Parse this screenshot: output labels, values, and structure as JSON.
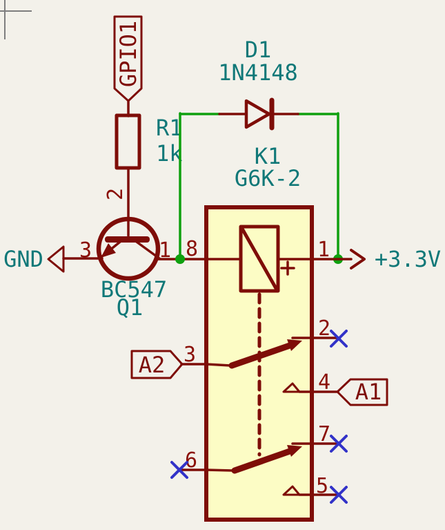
{
  "colors": {
    "background": "#F3F1EA",
    "symbol_outline": "#7E0D08",
    "wire_green": "#0FA00F",
    "junction_green": "#0FA00F",
    "text_teal": "#107878",
    "no_connect_blue": "#3232C8",
    "relay_body_fill": "#FCFCC5",
    "crosshair_gray": "#7E7E7E"
  },
  "power": {
    "gnd": "GND",
    "v33": "+3.3V"
  },
  "labels": {
    "gpio1": "GPIO1",
    "a2": "A2",
    "a1": "A1"
  },
  "components": {
    "r1": {
      "ref": "R1",
      "value": "1k"
    },
    "d1": {
      "ref": "D1",
      "value": "1N4148"
    },
    "q1": {
      "ref": "Q1",
      "value": "BC547"
    },
    "k1": {
      "ref": "K1",
      "value": "G6K-2"
    }
  },
  "pin_numbers": {
    "q1_base": "2",
    "q1_emitter": "3",
    "q1_collector": "1",
    "k1_1": "1",
    "k1_2": "2",
    "k1_3": "3",
    "k1_4": "4",
    "k1_5": "5",
    "k1_6": "6",
    "k1_7": "7",
    "k1_8": "8"
  }
}
